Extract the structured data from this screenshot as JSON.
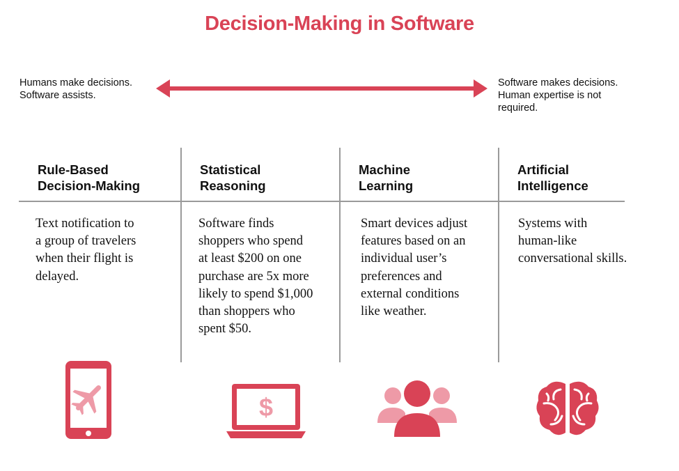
{
  "title": "Decision-Making in Software",
  "spectrum": {
    "left_label_line1": "Humans make decisions.",
    "left_label_line2": "Software assists.",
    "right_label_line1": "Software makes decisions.",
    "right_label_line2": "Human expertise is not",
    "right_label_line3": "required."
  },
  "colors": {
    "accent": "#d94356",
    "accent_light": "#ee9aa7",
    "divider": "#9a9a9a"
  },
  "columns": [
    {
      "heading_line1": "Rule-Based",
      "heading_line2": "Decision-Making",
      "body": [
        "Text notification to",
        "a group of travelers",
        "when their flight is",
        "delayed."
      ],
      "icon": "smartphone-airplane-icon"
    },
    {
      "heading_line1": "Statistical",
      "heading_line2": "Reasoning",
      "body": [
        "Software finds",
        "shoppers who spend",
        "at least $200 on one",
        "purchase are 5x more",
        "likely to spend $1,000",
        "than shoppers who",
        "spent $50."
      ],
      "icon": "laptop-dollar-icon"
    },
    {
      "heading_line1": "Machine",
      "heading_line2": "Learning",
      "body": [
        "Smart devices adjust",
        "features based on an",
        "individual user’s",
        "preferences and",
        "external conditions",
        "like weather."
      ],
      "icon": "users-group-icon"
    },
    {
      "heading_line1": "Artificial",
      "heading_line2": "Intelligence",
      "body": [
        "Systems with",
        "human-like",
        "conversational skills."
      ],
      "icon": "brain-icon"
    }
  ]
}
